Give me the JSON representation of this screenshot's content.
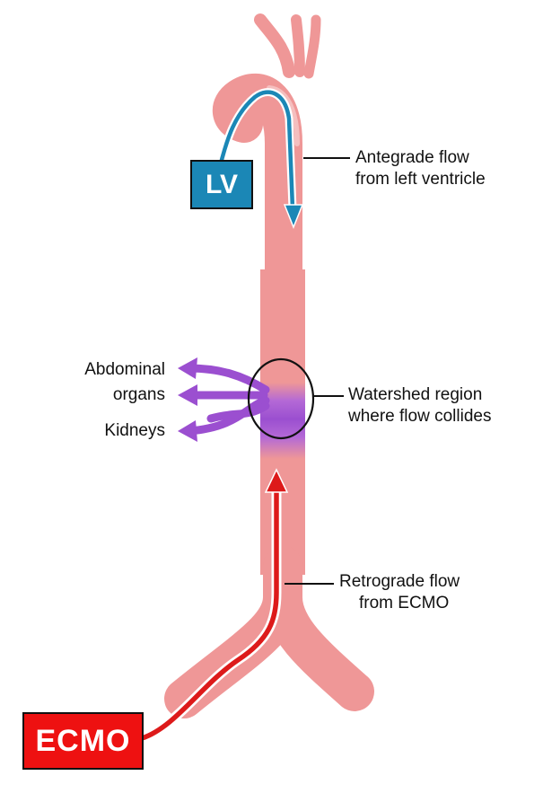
{
  "colors": {
    "vessel": "#ef9797",
    "vessel_highlight": "#f6c9c9",
    "watershed": "#9b4fd0",
    "lv": "#1b87b6",
    "ecmo": "#ee1111",
    "ecmo_arrow": "#dd1a1a",
    "lv_arrow": "#1b87b6",
    "outline": "#111111"
  },
  "labels": {
    "lv_box": "LV",
    "ecmo_box": "ECMO",
    "antegrade_line1": "Antegrade flow",
    "antegrade_line2": "from left ventricle",
    "watershed_line1": "Watershed region",
    "watershed_line2": "where flow collides",
    "retrograde_line1": "Retrograde flow",
    "retrograde_line2": "from ECMO",
    "abdominal_line1": "Abdominal",
    "abdominal_line2": "organs",
    "kidneys": "Kidneys"
  },
  "icons": {
    "organ_arrows": "arrow-left-icon",
    "flow_arrows": "arrowhead-icon"
  }
}
